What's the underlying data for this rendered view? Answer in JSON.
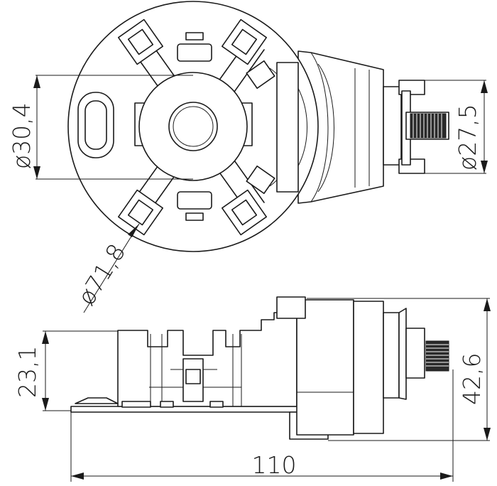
{
  "dimensions": {
    "hole_diameter": "ø30,4",
    "flange_diameter": "ø27,5",
    "body_diameter": "ø71,8",
    "base_height": "23,1",
    "total_height": "42,6",
    "total_length": "110"
  }
}
